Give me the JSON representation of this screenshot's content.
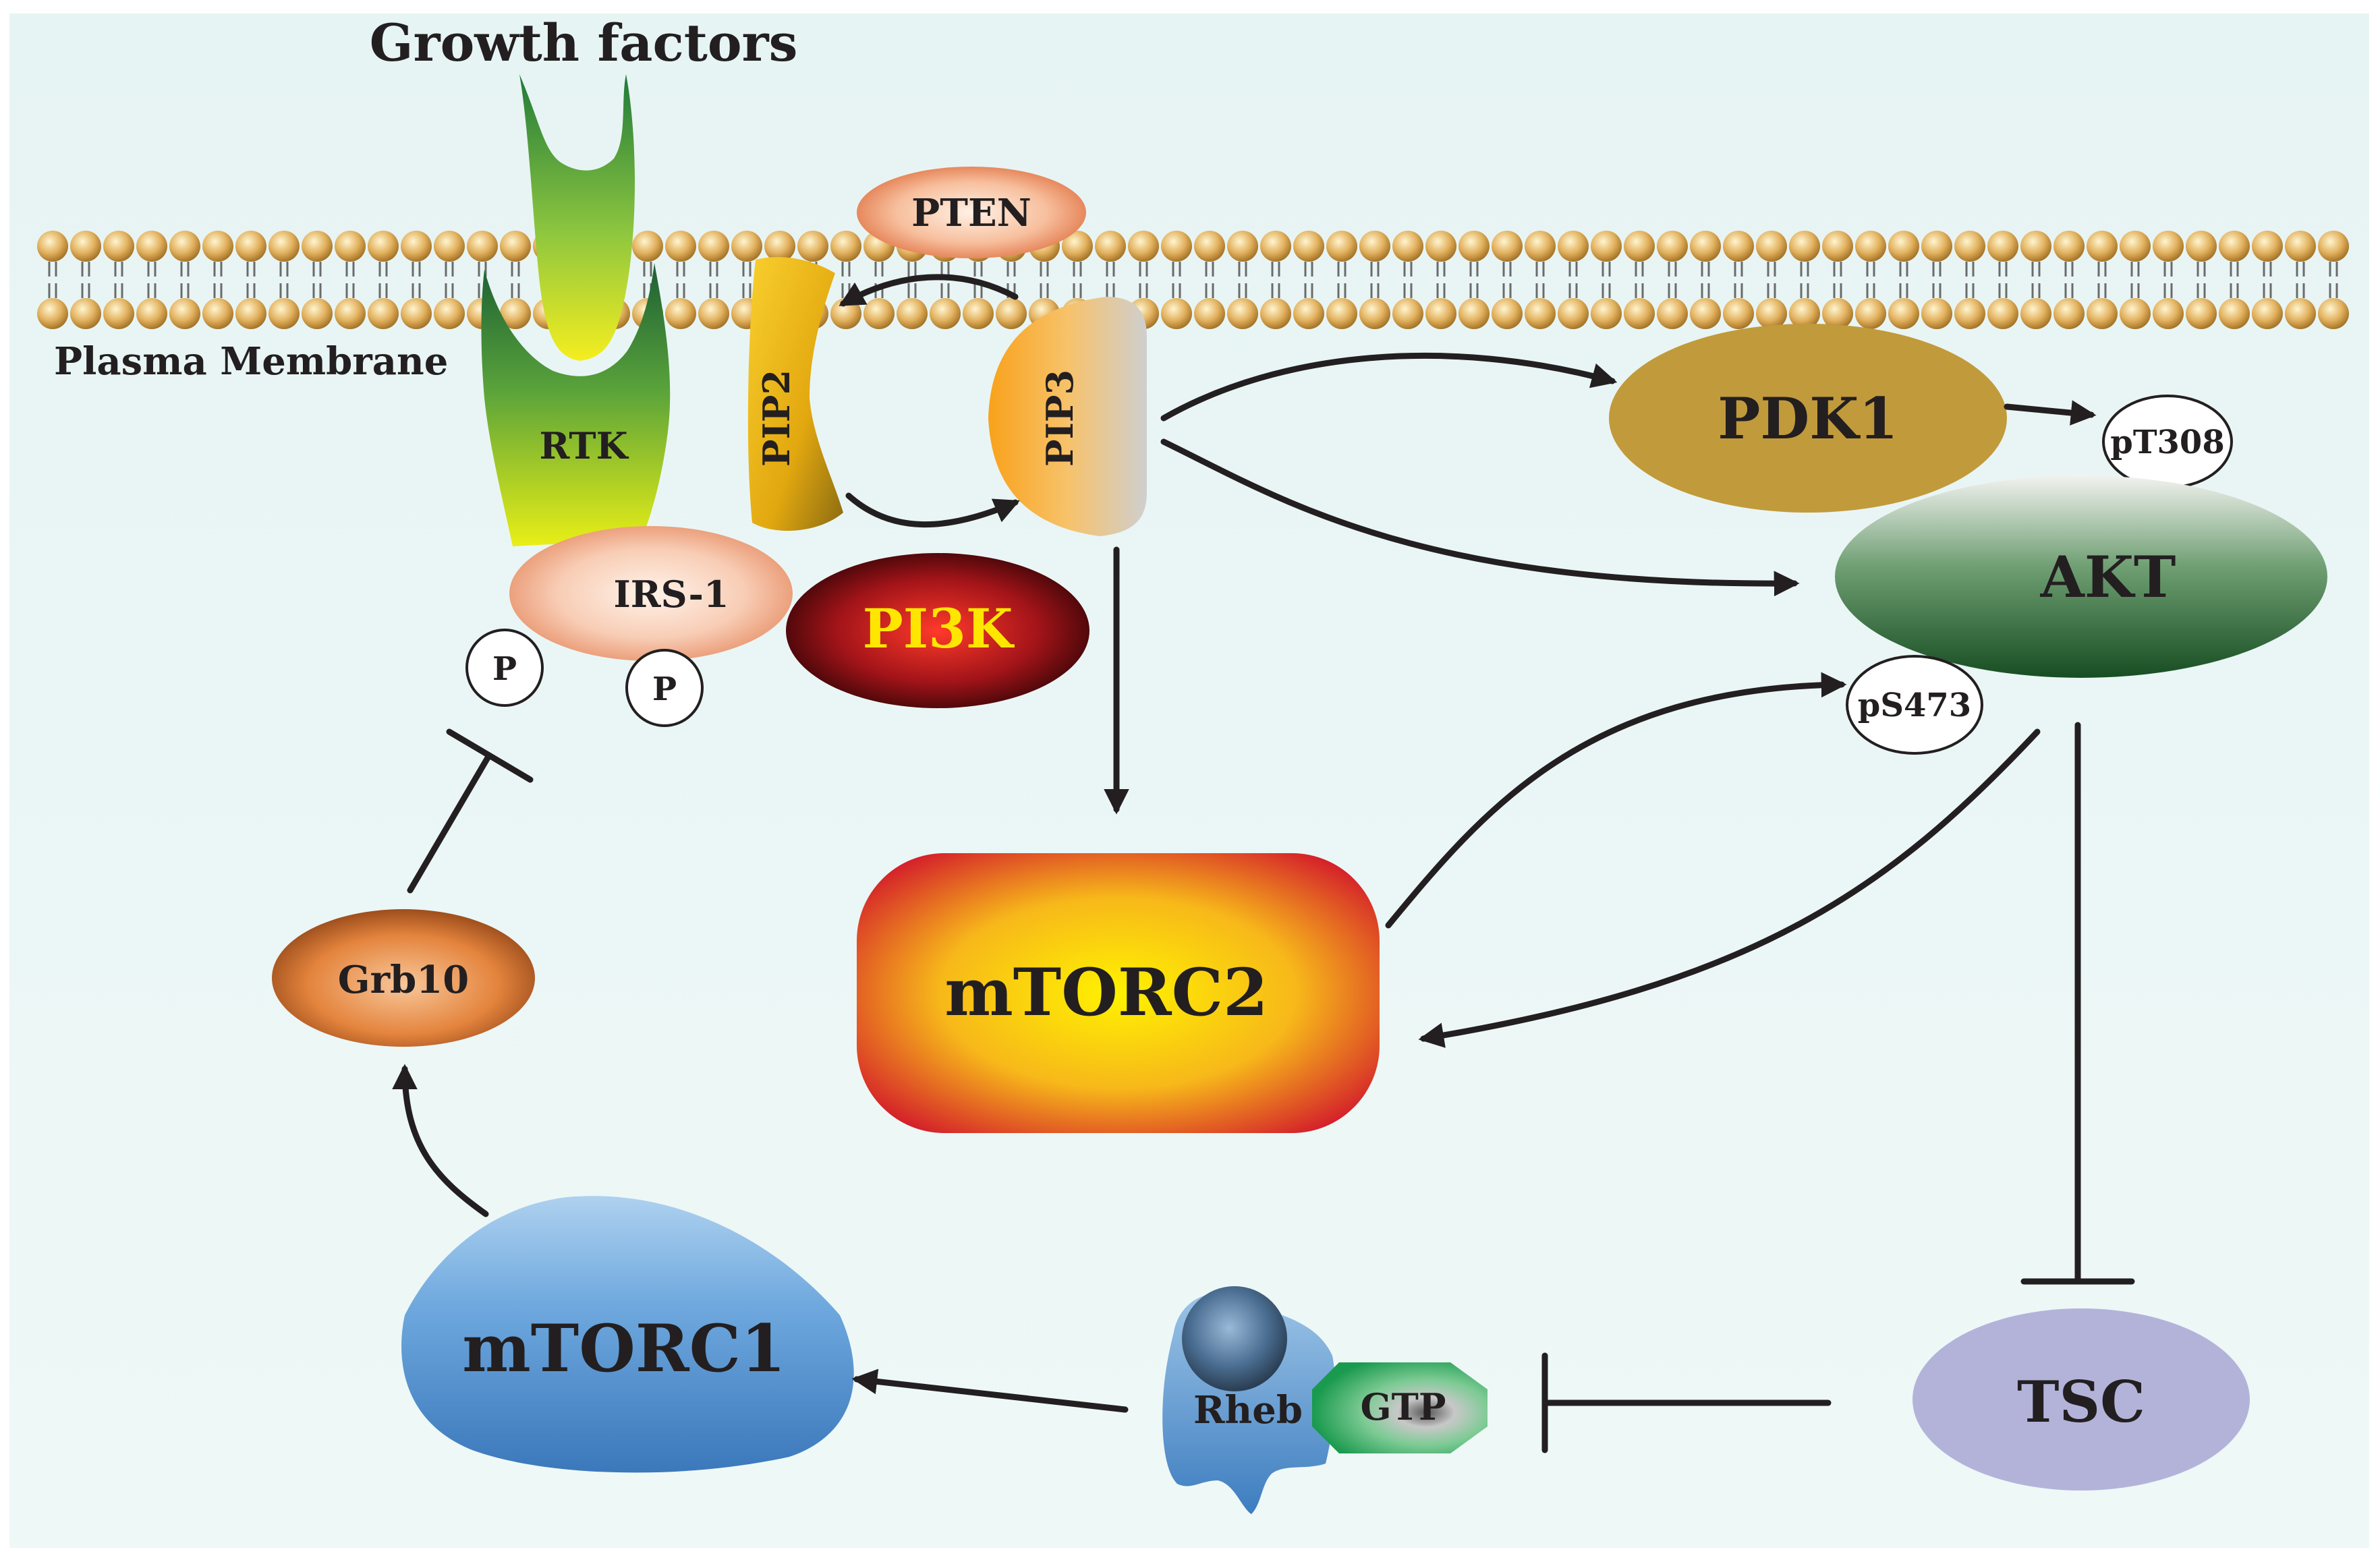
{
  "labels": {
    "growth_factors": "Growth factors",
    "plasma_membrane": "Plasma Membrane",
    "pten": "PTEN",
    "rtk": "RTK",
    "irs1": "IRS-1",
    "p": "P",
    "pip2": "PIP2",
    "pip3": "PIP3",
    "pi3k": "PI3K",
    "pdk1": "PDK1",
    "pt308": "pT308",
    "akt": "AKT",
    "ps473": "pS473",
    "mtorc2": "mTORC2",
    "grb10": "Grb10",
    "mtorc1": "mTORC1",
    "rheb": "Rheb",
    "gtp": "GTP",
    "tsc": "TSC"
  },
  "colors": {
    "background": "#e9f5f5",
    "pathway_line": "#231f20",
    "text": "#231f20",
    "pi3k_text": "#ffe600",
    "pdk1": "#c19a3b",
    "akt_top": "#f0f0ee",
    "akt_bottom": "#1f5e2a",
    "tsc": "#b3b3da",
    "mtorc1": "#5d9bd5",
    "grb10": "#d9713a",
    "mtorc2_outer": "#d8262d",
    "mtorc2_inner": "#fff200",
    "pip2": "#d6a20f",
    "pip3": "#f5a623",
    "pten": "#f2a57c",
    "irs1": "#f4b49a",
    "rtk_top": "#1d6b3a",
    "rtk_bottom": "#e6f000"
  }
}
